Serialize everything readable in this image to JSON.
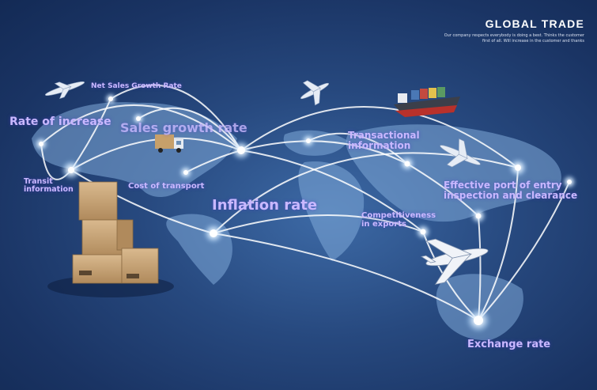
{
  "header": {
    "title": "GLOBAL TRADE",
    "subtitle": "Our company respects everybody is doing a best. Thinks the customer first of all. Will increase in the customer and thanks"
  },
  "labels": {
    "net_sales_growth_rate": "Net Sales Growth Rate",
    "rate_of_increase": "Rate of increase",
    "sales_growth_rate": "Sales growth rate",
    "transit_information": "Transit\ninformation",
    "cost_of_transport": "Cost of transport",
    "inflation_rate": "Inflation rate",
    "transactional_information": "Transactional\ninformation",
    "competitiveness_in_exports": "Competitiveness\nin exports",
    "effective_port_of_entry": "Effective port of entry\ninspection and clearance",
    "exchange_rate": "Exchange rate"
  },
  "icons": {
    "boxes": "cardboard-boxes-icon",
    "truck": "delivery-truck-icon",
    "ship": "cargo-ship-icon",
    "airplanes": "airplane-icon"
  },
  "colors": {
    "background": "#1a3464",
    "label": "#c9b8ff",
    "link": "#ffffff",
    "title": "#ffffff"
  }
}
